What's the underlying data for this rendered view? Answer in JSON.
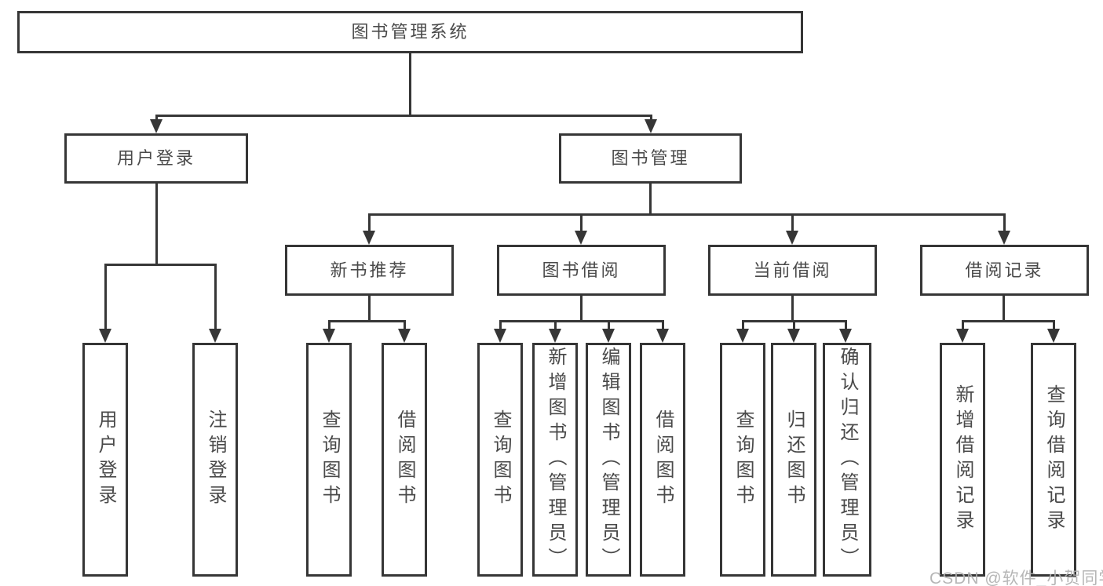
{
  "title": "图书管理系统",
  "level2": {
    "user_login": "用户登录",
    "book_mgmt": "图书管理"
  },
  "level3": {
    "new_books": "新书推荐",
    "book_borrow": "图书借阅",
    "current_borrow": "当前借阅",
    "borrow_records": "借阅记录"
  },
  "leaves": {
    "user_login": "用户登录",
    "logout": "注销登录",
    "nb_query": "查询图书",
    "nb_borrow": "借阅图书",
    "bb_query": "查询图书",
    "bb_add": "新增图书（管理员）",
    "bb_edit": "编辑图书（管理员）",
    "bb_borrow": "借阅图书",
    "cb_query": "查询图书",
    "cb_return": "归还图书",
    "cb_confirm": "确认归还（管理员）",
    "br_add": "新增借阅记录",
    "br_query": "查询借阅记录"
  },
  "watermark": "CSDN @软件_小贺同学",
  "colors": {
    "line": "#363636",
    "text": "#4a4a4a",
    "watermark": "#b0b0b0"
  }
}
